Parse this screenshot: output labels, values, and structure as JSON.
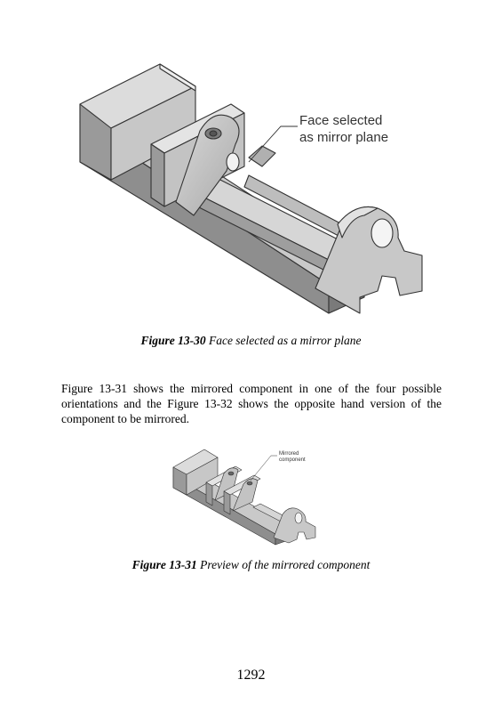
{
  "figure1": {
    "callout_line1": "Face selected",
    "callout_line2": "as mirror plane",
    "caption_number": "Figure 13-30",
    "caption_text": " Face selected as a mirror plane"
  },
  "paragraph": "Figure 13-31 shows the mirrored component in one of the four possible orientations and the Figure 13-32 shows the opposite hand version of the component to be mirrored.",
  "figure2": {
    "callout_line1": "Mirrored",
    "callout_line2": "component",
    "caption_number": "Figure 13-31",
    "caption_text": " Preview of the mirrored component"
  },
  "page_number": "1292"
}
